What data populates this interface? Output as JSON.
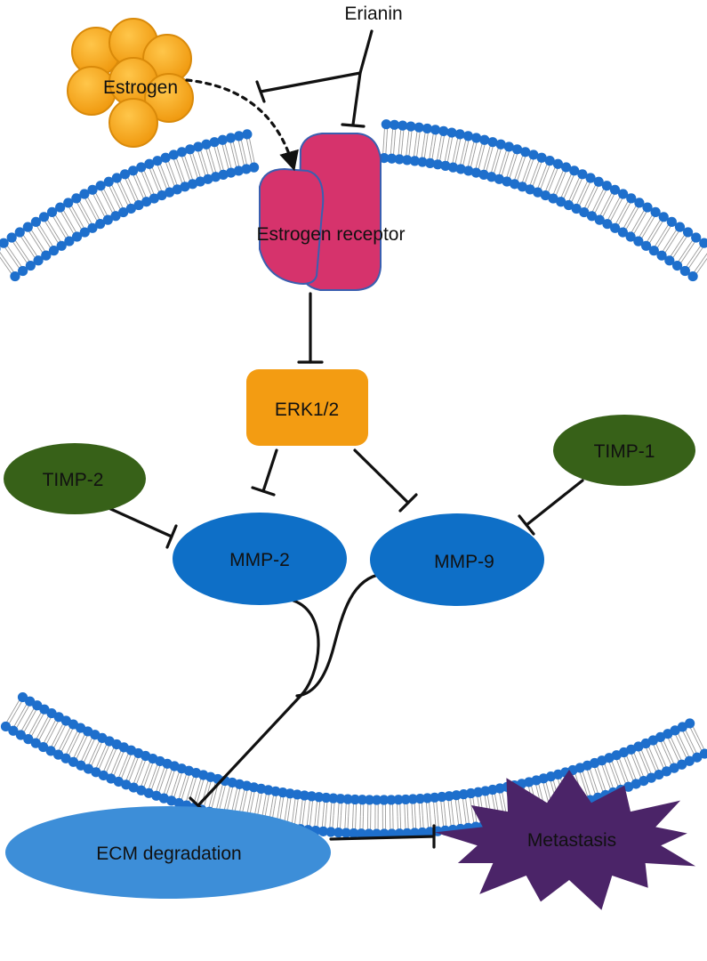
{
  "nodes": {
    "erianin": "Erianin",
    "estrogen": "Estrogen",
    "estrogen_receptor": "Estrogen receptor",
    "erk": "ERK1/2",
    "timp2": "TIMP-2",
    "timp1": "TIMP-1",
    "mmp2": "MMP-2",
    "mmp9": "MMP-9",
    "ecm": "ECM degradation",
    "metastasis": "Metastasis"
  },
  "colors": {
    "estrogen_fill": "#F5A623",
    "receptor_fill": "#D6336C",
    "receptor_outline": "#3A5FB0",
    "erk_fill": "#F39C12",
    "timp_fill": "#376118",
    "mmp_fill": "#0E6FC7",
    "ecm_fill": "#3D8ED8",
    "metastasis_fill": "#4B2468",
    "membrane_bead": "#1E6FCC",
    "membrane_tail": "#9A9A9A"
  },
  "edges": [
    {
      "from": "estrogen",
      "to": "estrogen_receptor",
      "type": "dashed-arrow"
    },
    {
      "from": "erianin",
      "to": "estrogen",
      "type": "inhibits"
    },
    {
      "from": "erianin",
      "to": "estrogen_receptor",
      "type": "inhibits"
    },
    {
      "from": "estrogen_receptor",
      "to": "erk",
      "type": "inhibits"
    },
    {
      "from": "erk",
      "to": "mmp2",
      "type": "inhibits"
    },
    {
      "from": "erk",
      "to": "mmp9",
      "type": "inhibits"
    },
    {
      "from": "timp2",
      "to": "mmp2",
      "type": "inhibits"
    },
    {
      "from": "timp1",
      "to": "mmp9",
      "type": "inhibits"
    },
    {
      "from": "mmp2",
      "to": "ecm",
      "type": "inhibits"
    },
    {
      "from": "mmp9",
      "to": "ecm",
      "type": "joins"
    },
    {
      "from": "ecm",
      "to": "metastasis",
      "type": "inhibits"
    }
  ]
}
